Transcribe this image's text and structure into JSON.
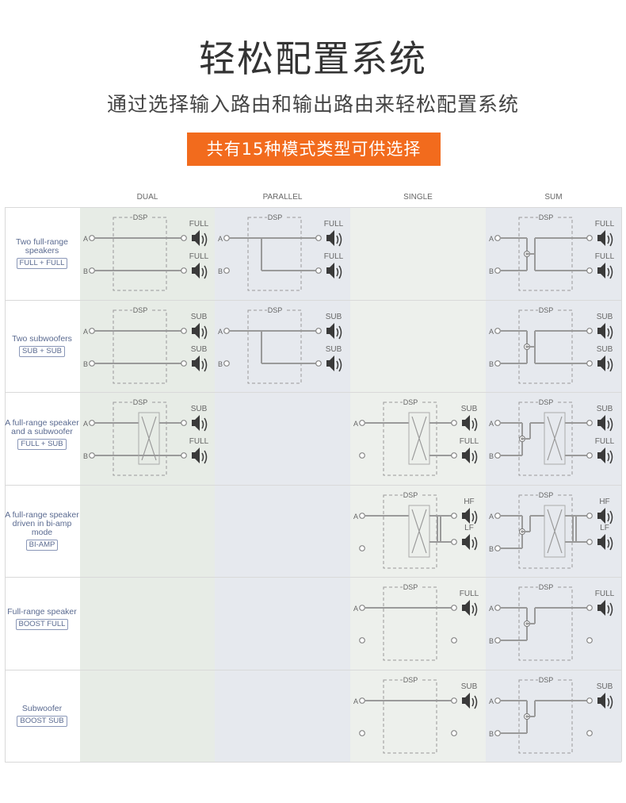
{
  "header": {
    "title": "轻松配置系统",
    "subtitle": "通过选择输入路由和输出路由来轻松配置系统",
    "badge": "共有15种模式类型可供选择"
  },
  "columns": [
    "DUAL",
    "PARALLEL",
    "SINGLE",
    "SUM"
  ],
  "rows": [
    {
      "label": "Two full-range speakers",
      "tag": "FULL + FULL"
    },
    {
      "label": "Two subwoofers",
      "tag": "SUB + SUB"
    },
    {
      "label": "A full-range speaker and a subwoofer",
      "tag": "FULL + SUB"
    },
    {
      "label": "A full-range speaker driven in bi-amp mode",
      "tag": "BI-AMP"
    },
    {
      "label": "Full-range speaker",
      "tag": "BOOST FULL"
    },
    {
      "label": "Subwoofer",
      "tag": "BOOST SUB"
    }
  ],
  "diagram": {
    "dsp_label": "DSP",
    "input_a": "A",
    "input_b": "B",
    "output_labels": {
      "full": "FULL",
      "sub": "SUB",
      "hf": "HF",
      "lf": "LF"
    }
  },
  "colors": {
    "badge": "#f26b1d",
    "cell_dual": "#e7ece6",
    "cell_parallel": "#e6e9ee",
    "cell_single": "#edf0ec",
    "cell_sum": "#e6e9ee",
    "line": "#9a9a9a",
    "speaker": "#3a3a3a"
  }
}
